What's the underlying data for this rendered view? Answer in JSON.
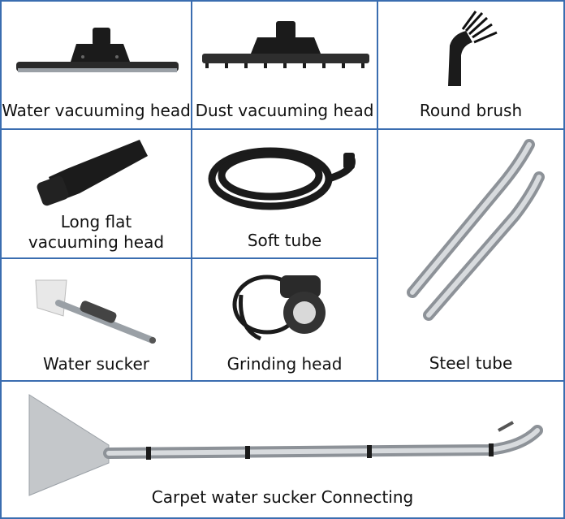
{
  "items": [
    {
      "id": "water-vacuuming-head",
      "label": "Water vacuuming head"
    },
    {
      "id": "dust-vacuuming-head",
      "label": "Dust vacuuming head"
    },
    {
      "id": "round-brush",
      "label": "Round brush"
    },
    {
      "id": "long-flat-vacuuming-head",
      "label": "Long flat\nvacuuming head"
    },
    {
      "id": "soft-tube",
      "label": "Soft tube"
    },
    {
      "id": "steel-tube",
      "label": "Steel tube"
    },
    {
      "id": "water-sucker",
      "label": "Water sucker"
    },
    {
      "id": "grinding-head",
      "label": "Grinding head"
    },
    {
      "id": "carpet-water-sucker",
      "label": "Carpet water sucker Connecting"
    }
  ],
  "colors": {
    "border": "#3a6db0",
    "accessory_black": "#1b1b1b",
    "steel": "#b8bcc0"
  }
}
